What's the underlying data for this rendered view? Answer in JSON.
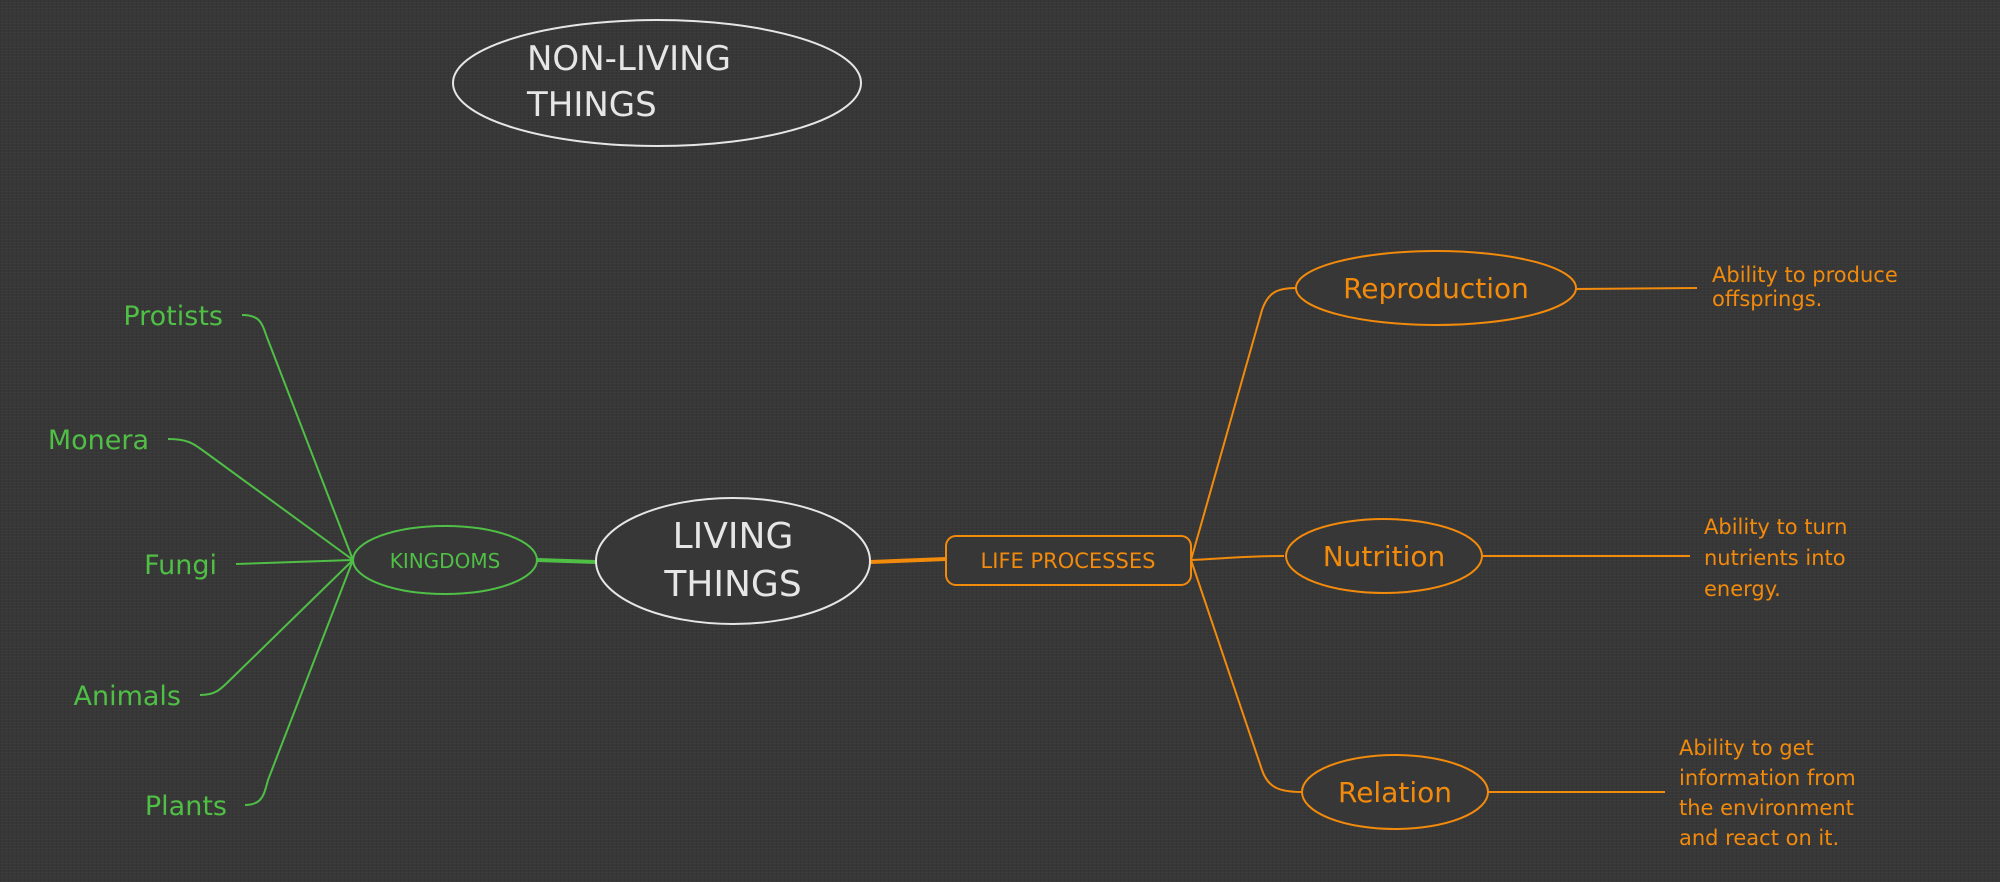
{
  "colors": {
    "background": "#373737",
    "white": "#e6e6e6",
    "green": "#4fbf46",
    "orange": "#f28a0c"
  },
  "nodes": {
    "non_living": [
      "NON-LIVING",
      "THINGS"
    ],
    "living": [
      "LIVING",
      "THINGS"
    ],
    "kingdoms": "KINGDOMS",
    "life_processes": "LIFE PROCESSES"
  },
  "kingdoms": [
    "Protists",
    "Monera",
    "Fungi",
    "Animals",
    "Plants"
  ],
  "processes": [
    {
      "label": "Reproduction",
      "description": [
        "Ability to produce",
        "offsprings."
      ]
    },
    {
      "label": "Nutrition",
      "description": [
        "Ability to turn",
        "nutrients into",
        "energy."
      ]
    },
    {
      "label": "Relation",
      "description": [
        "Ability to get",
        "information from",
        "the environment",
        "and react on it."
      ]
    }
  ]
}
